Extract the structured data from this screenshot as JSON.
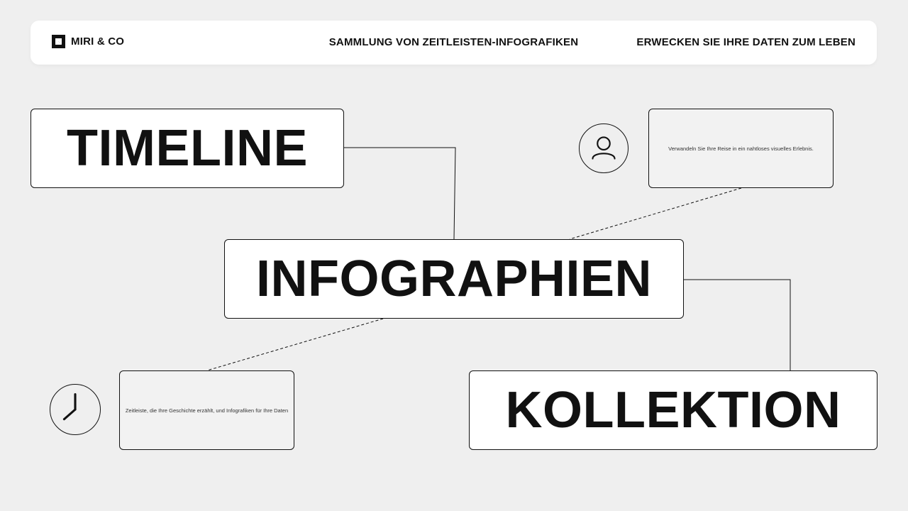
{
  "header": {
    "brand_name": "MIRI & CO",
    "center_title": "SAMMLUNG VON ZEITLEISTEN-INFOGRAFIKEN",
    "right_tagline": "ERWECKEN SIE IHRE DATEN ZUM LEBEN"
  },
  "diagram": {
    "nodes": {
      "timeline": "TIMELINE",
      "infographien": "INFOGRAPHIEN",
      "kollektion": "KOLLEKTION"
    },
    "descriptions": {
      "top": "Verwandeln Sie Ihre Reise in ein nahtloses visuelles Erlebnis.",
      "bottom": "Zeitleiste, die Ihre Geschichte erzählt, und Infografiken für Ihre Daten"
    },
    "icons": {
      "top": "user-icon",
      "bottom": "clock-icon"
    }
  },
  "colors": {
    "background": "#efefef",
    "box_fill": "#ffffff",
    "desc_fill": "#f2f2f2",
    "stroke": "#111111"
  }
}
